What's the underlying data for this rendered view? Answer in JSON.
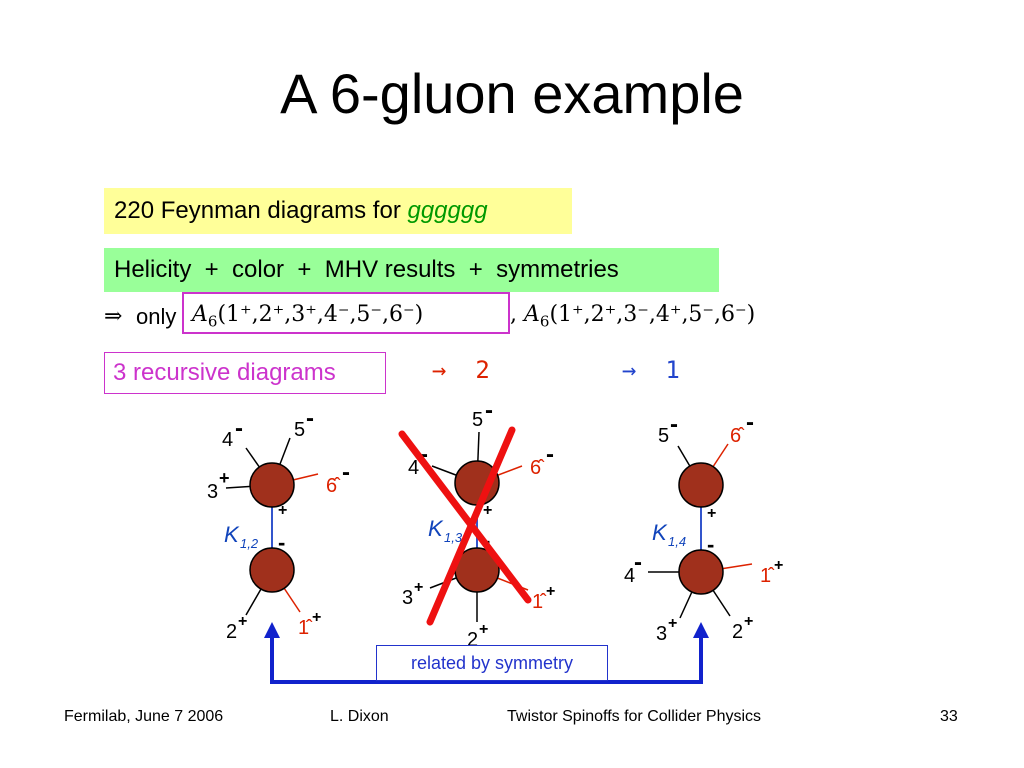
{
  "slide": {
    "title": "A 6-gluon example",
    "feynman": {
      "text": "220 Feynman diagrams for ",
      "process": "gggggg"
    },
    "helicity_line": "Helicity  +  color  +  MHV results  +  symmetries",
    "only_row": {
      "arrow": "⇒",
      "label": "only",
      "amp1": "(1⁺,2⁺,3⁺,4⁻,5⁻,6⁻)",
      "amp2": "(1⁺,2⁺,3⁻,4⁺,5⁻,6⁻)",
      "amp_symbol": "A",
      "amp_sub": "6",
      "separator": ","
    },
    "recursive_label": "3 recursive diagrams",
    "count_red": "→  2",
    "count_blue": "→  1",
    "related_label": "related by symmetry",
    "diagram1": {
      "top_labels": [
        "4",
        "5",
        "3",
        "6̂"
      ],
      "top_signs": [
        "-",
        "-",
        "+",
        "-"
      ],
      "prop_label": "K",
      "prop_sub": "1,2",
      "prop_top_sign": "+",
      "prop_bottom_sign": "-",
      "bottom_labels": [
        "2",
        "1̂"
      ],
      "bottom_signs": [
        "+",
        "+"
      ]
    },
    "diagram2": {
      "top_labels": [
        "5",
        "4",
        "6̂"
      ],
      "top_signs": [
        "-",
        "-",
        "-"
      ],
      "prop_label": "K",
      "prop_sub": "1,3",
      "prop_top_sign": "+",
      "prop_bottom_sign": "-",
      "bottom_labels": [
        "3",
        "2",
        "1̂"
      ],
      "bottom_signs": [
        "+",
        "+",
        "+"
      ]
    },
    "diagram3": {
      "top_labels": [
        "5",
        "6̂"
      ],
      "top_signs": [
        "-",
        "-"
      ],
      "prop_label": "K",
      "prop_sub": "1,4",
      "prop_top_sign": "+",
      "prop_bottom_sign": "-",
      "bottom_labels": [
        "4",
        "1̂",
        "3",
        "2"
      ],
      "bottom_signs": [
        "-",
        "+",
        "+",
        "+"
      ]
    }
  },
  "footer": {
    "venue": "Fermilab, June 7 2006",
    "author": "L. Dixon",
    "talk": "Twistor Spinoffs for Collider Physics",
    "page": "33"
  },
  "colors": {
    "blob": "#a0301c",
    "red_text": "#dd2200",
    "blue": "#1122cc",
    "cross": "#ee1111",
    "magenta": "#cc33cc"
  }
}
